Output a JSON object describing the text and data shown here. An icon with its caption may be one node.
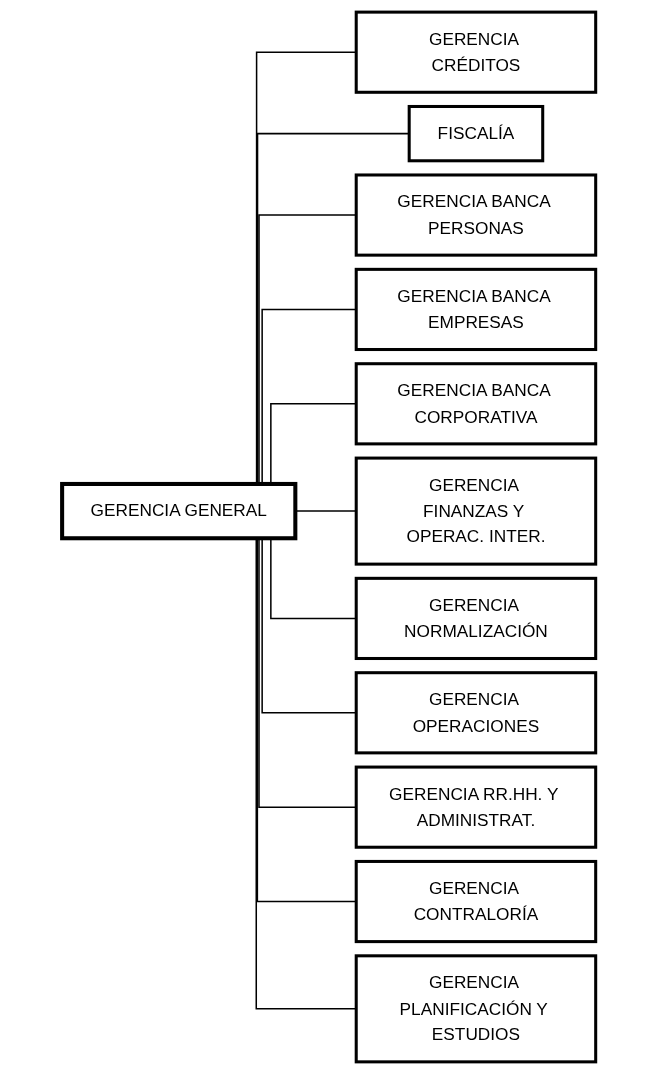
{
  "diagram": {
    "nodes": [
      {
        "text": [
          "GERENCIA GENERAL"
        ]
      },
      {
        "text": [
          "GERENCIA CRÉDITOS"
        ]
      },
      {
        "text": [
          "FISCALÍA"
        ]
      },
      {
        "text": [
          "GERENCIA BANCA PERSONAS"
        ]
      },
      {
        "text": [
          "GERENCIA BANCA EMPRESAS"
        ]
      },
      {
        "text": [
          "GERENCIA BANCA CORPORATIVA"
        ]
      },
      {
        "text": [
          "GERENCIA FINANZAS Y OPERAC. INTER."
        ]
      },
      {
        "text": [
          "GERENCIA NORMALIZACIÓN"
        ]
      },
      {
        "text": [
          "GERENCIA OPERACIONES"
        ]
      },
      {
        "text": [
          "GERENCIA RR.HH. Y ADMINISTRAT."
        ]
      },
      {
        "text": [
          "GERENCIA CONTRALORÍA"
        ]
      },
      {
        "text": [
          "GERENCIA PLANIFICACIÓN Y ESTUDIOS"
        ]
      }
    ],
    "edges": [
      {
        "from": 0,
        "to": 1,
        "arrow": "none"
      },
      {
        "from": 0,
        "to": 2,
        "arrow": "none"
      },
      {
        "from": 0,
        "to": 3,
        "arrow": "none"
      },
      {
        "from": 0,
        "to": 4,
        "arrow": "none"
      },
      {
        "from": 0,
        "to": 5,
        "arrow": "none"
      },
      {
        "from": 0,
        "to": 6,
        "arrow": "none"
      },
      {
        "from": 0,
        "to": 7,
        "arrow": "none"
      },
      {
        "from": 0,
        "to": 8,
        "arrow": "none"
      },
      {
        "from": 0,
        "to": 9,
        "arrow": "none"
      },
      {
        "from": 0,
        "to": 10,
        "arrow": "none"
      },
      {
        "from": 0,
        "to": 11,
        "arrow": "none"
      }
    ]
  }
}
